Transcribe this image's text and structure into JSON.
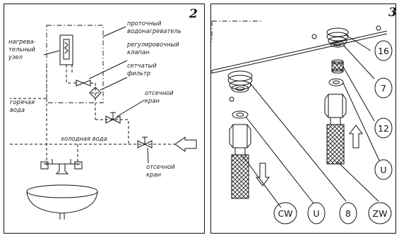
{
  "left_panel": {
    "number": "2",
    "labels": {
      "heating_unit": [
        "нагрева-",
        "тельный",
        "узел"
      ],
      "heater": [
        "проточный",
        "водонагреватель"
      ],
      "valve": [
        "регулировочный",
        "клапан"
      ],
      "filter": [
        "сетчатый",
        "фильтр"
      ],
      "shutoff_top": [
        "отсечной",
        "кран"
      ],
      "hot_water": [
        "горячая",
        "вода"
      ],
      "cold_water": "холодная вода",
      "shutoff_bottom": [
        "отсечной",
        "кран"
      ]
    }
  },
  "right_panel": {
    "number": "3",
    "callouts": {
      "c16": "16",
      "c7": "7",
      "c12": "12",
      "cU_right": "U",
      "cCW": "CW",
      "cU_bottom": "U",
      "c8": "8",
      "cZW": "ZW"
    }
  }
}
